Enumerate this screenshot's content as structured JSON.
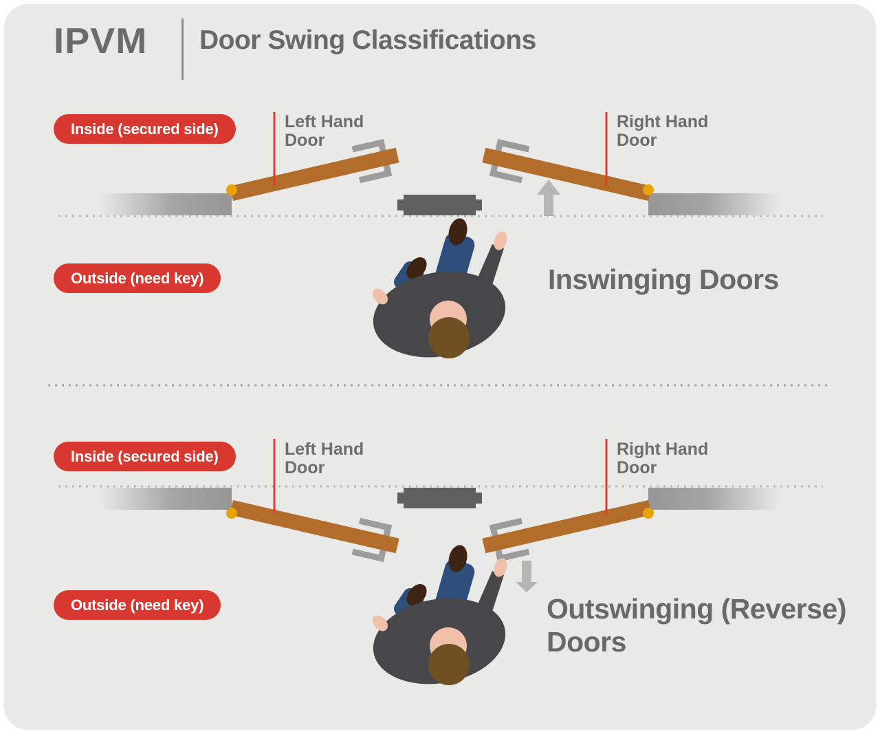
{
  "header": {
    "logo": "IPVM",
    "title": "Door Swing Classifications"
  },
  "sections": [
    {
      "id": "inswinging",
      "inside_badge": "Inside (secured side)",
      "outside_badge": "Outside (need key)",
      "left_door_label": "Left Hand Door",
      "right_door_label": "Right Hand Door",
      "title": "Inswinging Doors",
      "swing_arrow_direction": "up"
    },
    {
      "id": "outswinging",
      "inside_badge": "Inside (secured side)",
      "outside_badge": "Outside (need key)",
      "left_door_label": "Left Hand Door",
      "right_door_label": "Right Hand Door",
      "title": "Outswinging (Reverse) Doors",
      "swing_arrow_direction": "down"
    }
  ],
  "colors": {
    "page_background": "#ffffff",
    "card_background": "#e9e9e8",
    "badge_red": "#d93831",
    "pointer_line_red": "#e23b32",
    "heading_gray": "#696969",
    "label_gray": "#6d6d6d",
    "door_brown": "#b26d2a",
    "hinge_yellow": "#e8a303",
    "wall_gray": "#9b9b9b",
    "threshold_gray": "#606060",
    "arrow_gray": "#b5b5b4",
    "handle_gray": "#9c9c9c",
    "person_body": "#47474a",
    "person_hair": "#6e5023",
    "person_skin": "#f1c0ab",
    "person_shoes": "#3c2312",
    "person_sleeve_blue": "#2e4e7c"
  }
}
